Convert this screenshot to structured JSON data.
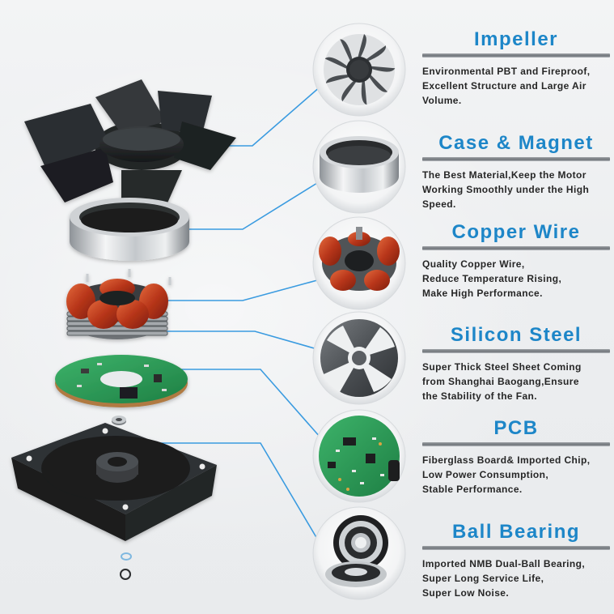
{
  "colors": {
    "accent": "#1d86c8",
    "leader_line": "#3a9be0",
    "rule_gray": "#7d8287",
    "text": "#262626",
    "copper": "#c2401e"
  },
  "icons": [
    "impeller",
    "case-magnet-ring",
    "copper-wire-stator",
    "silicon-steel-core",
    "pcb-board",
    "ball-bearing",
    "fan-frame"
  ],
  "features": [
    {
      "key": "impeller",
      "title": "Impeller",
      "lines": [
        "Environmental PBT and Fireproof,",
        "Excellent Structure and Large Air",
        "Volume."
      ]
    },
    {
      "key": "case-magnet",
      "title": "Case & Magnet",
      "lines": [
        "The Best Material,Keep the Motor",
        "Working Smoothly under the High",
        "Speed."
      ]
    },
    {
      "key": "copper-wire",
      "title": "Copper Wire",
      "lines": [
        "Quality Copper Wire,",
        "Reduce Temperature Rising,",
        "Make High Performance."
      ]
    },
    {
      "key": "silicon-steel",
      "title": "Silicon Steel",
      "lines": [
        "Super Thick Steel Sheet Coming",
        "from Shanghai Baogang,Ensure",
        "the Stability of the Fan."
      ]
    },
    {
      "key": "pcb",
      "title": "PCB",
      "lines": [
        "Fiberglass Board& Imported Chip,",
        "Low Power Consumption,",
        "Stable Performance."
      ]
    },
    {
      "key": "ball-bearing",
      "title": "Ball Bearing",
      "lines": [
        "Imported NMB Dual-Ball Bearing,",
        "Super Long Service Life,",
        "Super Low Noise."
      ]
    }
  ]
}
